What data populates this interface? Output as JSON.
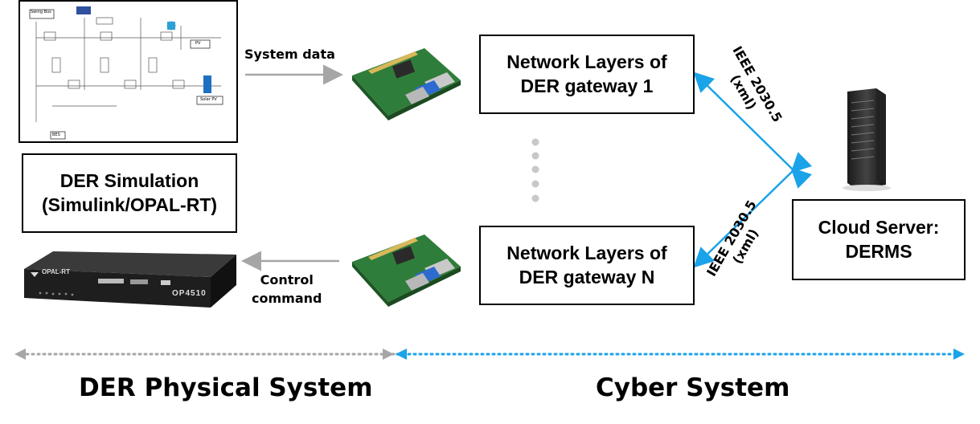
{
  "sim_image": {
    "labels": [
      "Swing Bus",
      "PV",
      "Solar PV",
      "BES"
    ]
  },
  "arrows": {
    "system_data": "System data",
    "control_line1": "Control",
    "control_line2": "command"
  },
  "gateways": [
    {
      "line1": "Network Layers of",
      "line2": "DER gateway 1"
    },
    {
      "line1": "Network Layers of",
      "line2": "DER gateway N"
    }
  ],
  "protocol_links": [
    {
      "line1": "IEEE 2030.5",
      "line2": "(xml)"
    },
    {
      "line1": "IEEE 2030.5",
      "line2": "(xml)"
    }
  ],
  "der_sim": {
    "line1": "DER Simulation",
    "line2": "(Simulink/OPAL-RT)"
  },
  "opal_device": {
    "brand": "OPAL-RT",
    "model": "OP4510"
  },
  "cloud": {
    "line1": "Cloud Server:",
    "line2": "DERMS"
  },
  "sections": {
    "physical": "DER Physical System",
    "cyber": "Cyber System"
  },
  "colors": {
    "physical_arrow": "#a6a6a6",
    "cyber_arrow": "#1aa3e8",
    "flow_arrow": "#a6a6a6"
  },
  "icons": [
    "raspberry-pi-board",
    "server-tower",
    "opal-rt-simulator"
  ]
}
